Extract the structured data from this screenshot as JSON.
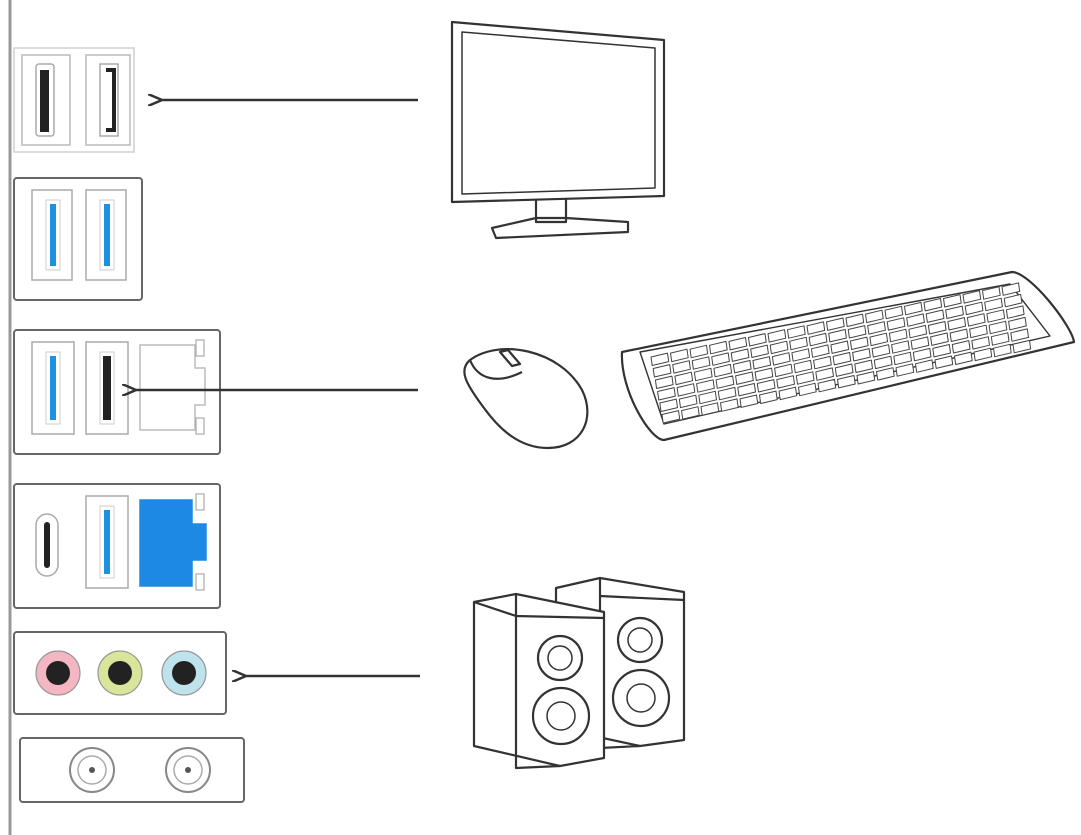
{
  "diagram": {
    "ports": [
      {
        "id": "hdmi-displayport-group",
        "icons": [
          "hdmi-port-icon",
          "displayport-icon"
        ]
      },
      {
        "id": "usb-pair-1",
        "icons": [
          "usb-3-port-icon",
          "usb-3-port-icon"
        ]
      },
      {
        "id": "usb-lan-group-1",
        "icons": [
          "usb-3-port-icon",
          "usb-2-port-icon",
          "lan-port-icon"
        ]
      },
      {
        "id": "usbc-usb-lan-group",
        "icons": [
          "usb-c-port-icon",
          "usb-3-port-icon",
          "lan-port-icon"
        ]
      },
      {
        "id": "audio-jacks",
        "icons": [
          "audio-jack-pink-icon",
          "audio-jack-green-icon",
          "audio-jack-blue-icon"
        ]
      },
      {
        "id": "antenna-connectors",
        "icons": [
          "antenna-connector-icon",
          "antenna-connector-icon"
        ]
      }
    ],
    "devices": [
      {
        "id": "monitor",
        "icon": "monitor-icon",
        "connects_to": "hdmi-displayport-group"
      },
      {
        "id": "mouse-keyboard",
        "icons": [
          "mouse-icon",
          "keyboard-icon"
        ],
        "connects_to": "usb-lan-group-1"
      },
      {
        "id": "speakers",
        "icon": "speakers-icon",
        "connects_to": "audio-jacks"
      }
    ]
  },
  "colors": {
    "usb3": "#1e90e0",
    "lan": "#1e88e5",
    "audio_pink": "#f4b6c2",
    "audio_green": "#d9e59a",
    "audio_blue": "#bfe3ec",
    "line": "#333333"
  }
}
